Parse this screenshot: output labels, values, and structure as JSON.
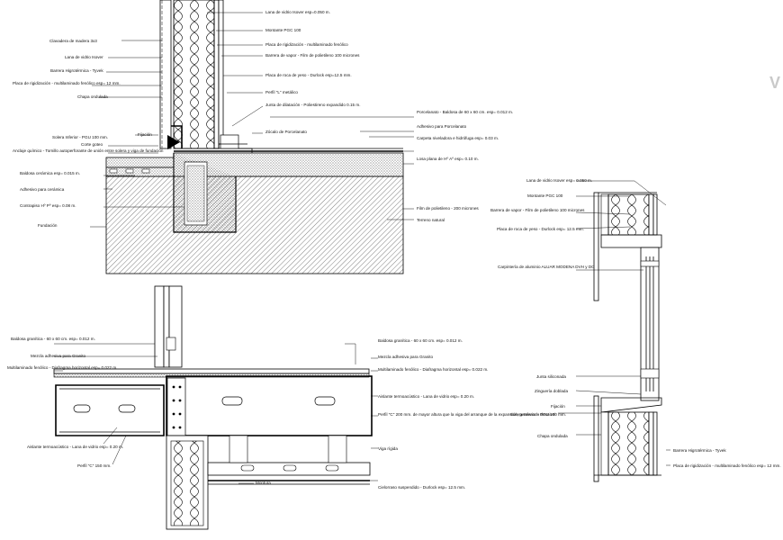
{
  "watermark": "V",
  "sections": {
    "foundation": {
      "labels": [
        "Lana de vidrio Isover esp=0.050 m.",
        "Montante PGC 100",
        "Placa de rigidización - multilaminado fenólico",
        "Barrera de vapor - Film de polietileno 100 micrones",
        "Placa de roca de yeso - Durlock esp=12.5 mm.",
        "Perfil \"L\" metálico",
        "Junta de dilatación - Poliestireno expandido 0.15 m.",
        "Porcelanato - Baldosa de 60 x 60 cm. esp= 0.012 m.",
        "Zócalo de Porcelanato",
        "Adhesivo para Porcelanato",
        "Carpeta niveladora e hidrófuga esp= 0.03 m.",
        "Losa plana de Hº Aº esp= 0.10 m.",
        "Film de polietileno - 200 micrones",
        "Terreno natural",
        "Clavadera de madera 3x3",
        "Lana de vidrio Isover",
        "Barrera Higrotérmica - Tyvek",
        "Placa de rigidización - multilaminado fenólico esp= 12 mm.",
        "Chapa ondulada",
        "Fijación",
        "Solera Inferior - PGU 100 mm.",
        "Corte goteo",
        "Anclaje químico - Tornillo autoperforante de unión entre solera y viga de fundación",
        "Baldosa cerámica esp= 0.015 m.",
        "Adhesivo para cerámica",
        "Contrapiso Hº Pº esp= 0.08 m.",
        "Fundación"
      ]
    },
    "window": {
      "labels": [
        "Lana de vidrio Isover esp= 0.050 m.",
        "Montante PGC 100",
        "Barrera de vapor - Film de polietileno 100 micrones",
        "Placa de roca de yeso - Durlock esp= 12.5 mm.",
        "Carpintería de aluminio ALUAR MODENA DVH y DC",
        "Junta siliconada",
        "Zinguería doblada",
        "Fijación",
        "Solera Inferior - PGU 100 mm.",
        "Chapa ondulada",
        "Barrera Higrotérmica - Tyvek",
        "Placa de rigidización - multilaminado fenólico esp= 12 mm."
      ]
    },
    "beam": {
      "labels": [
        "Baldosa granítica - 60 x 60 cm. esp= 0.012 m.",
        "Mezcla adhesiva para Granito",
        "Multilaminado fenólico - Diafragma horizontal esp= 0.022 m.",
        "Aislante termoacústico - Lana de vidrio esp= 0.20 m.",
        "Perfil \"C\" 150 mm.",
        "Baldosa granítica - 60 x 60 cm. esp= 0.012 m.",
        "Mezcla adhesiva para Granito",
        "Multilaminado fenólico - Diafragma horizontal esp= 0.022 m.",
        "Aislante termoacústico - Lana de vidrio esp= 0.20 m.",
        "Perfil \"C\" 200 mm. de mayor altura que la viga del arranque de la expansión, generando desnivel",
        "Viga rígida",
        "Cielorraso suspendido - Durlock esp= 12.5 mm.",
        "Montura"
      ]
    }
  }
}
